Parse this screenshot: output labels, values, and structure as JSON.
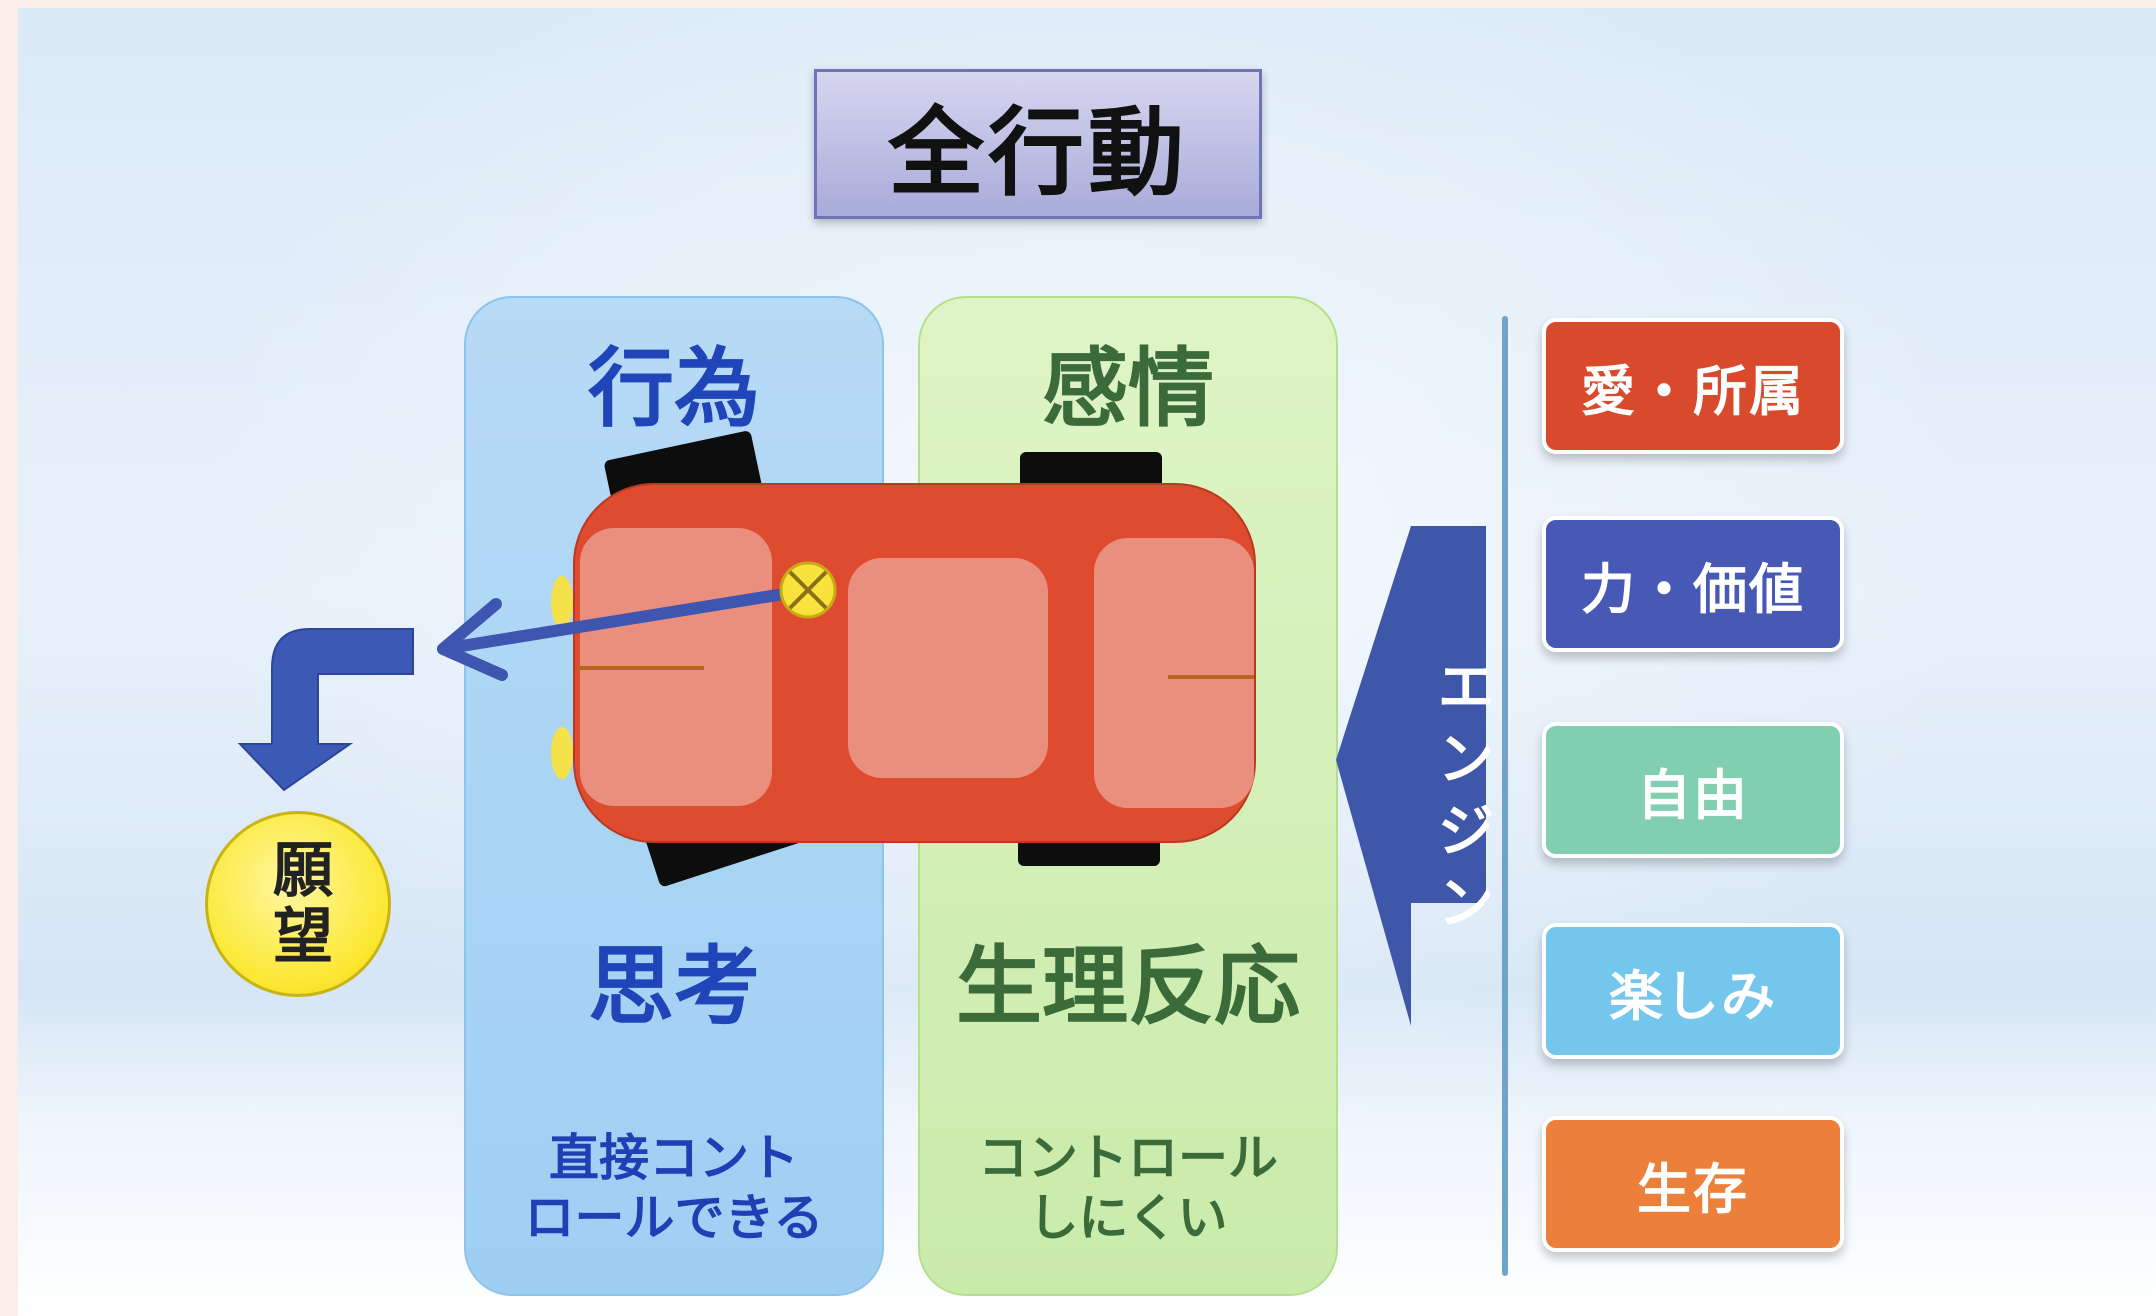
{
  "title": "全行動",
  "left_panel": {
    "top_label": "行為",
    "bottom_label": "思考",
    "note_line1": "直接コント",
    "note_line2": "ロールできる"
  },
  "right_panel": {
    "top_label": "感情",
    "bottom_label": "生理反応",
    "note_line1": "コントロール",
    "note_line2": "しにくい"
  },
  "engine_label": "エンジン",
  "needs": [
    {
      "label": "愛・所属",
      "color": "#d94a2c"
    },
    {
      "label": "力・価値",
      "color": "#4759b5"
    },
    {
      "label": "自由",
      "color": "#82ceb1"
    },
    {
      "label": "楽しみ",
      "color": "#74c6ec"
    },
    {
      "label": "生存",
      "color": "#ec803b"
    }
  ],
  "wish": "願望",
  "colors": {
    "car_body": "#df4b2e",
    "car_window": "#ea8f7d",
    "engine_arrow": "#3f57a9",
    "steer_arrow": "#3e56b0"
  }
}
